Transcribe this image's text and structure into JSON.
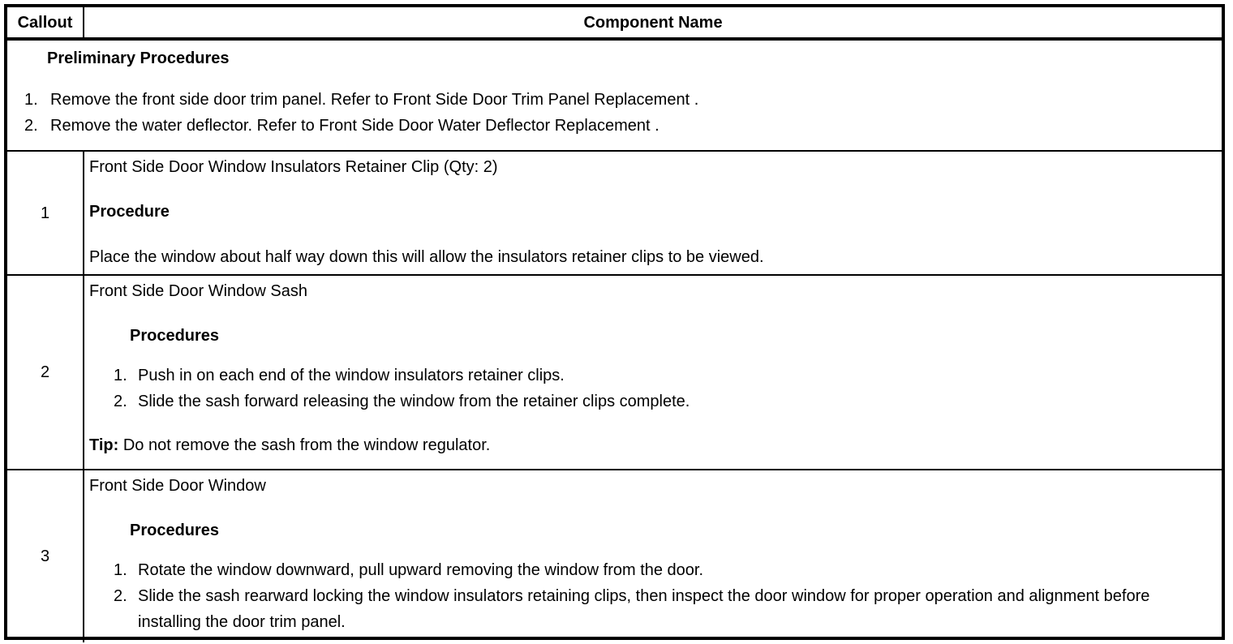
{
  "header": {
    "callout_label": "Callout",
    "component_label": "Component Name"
  },
  "preliminary": {
    "title": "Preliminary Procedures",
    "steps": [
      {
        "num": "1.",
        "text": "Remove the front side door trim panel. Refer to Front Side Door Trim Panel Replacement ."
      },
      {
        "num": "2.",
        "text": "Remove the water deflector. Refer to Front Side Door Water Deflector Replacement ."
      }
    ]
  },
  "rows": [
    {
      "callout": "1",
      "component": "Front Side Door Window Insulators Retainer Clip (Qty: 2)",
      "procedure_label": "Procedure",
      "procedure_text": "Place the window about half way down this will allow the insulators retainer clips to be viewed."
    },
    {
      "callout": "2",
      "component": "Front Side Door Window Sash",
      "procedure_label": "Procedures",
      "steps": [
        {
          "num": "1.",
          "text": "Push in on each end of the window insulators retainer clips."
        },
        {
          "num": "2.",
          "text": "Slide the sash forward releasing the window from the retainer clips complete."
        }
      ],
      "tip_label": "Tip:",
      "tip_text": "Do not remove the sash from the window regulator."
    },
    {
      "callout": "3",
      "component": "Front Side Door Window",
      "procedure_label": "Procedures",
      "steps": [
        {
          "num": "1.",
          "text": "Rotate the window downward, pull upward removing the window from the door."
        },
        {
          "num": "2.",
          "text": "Slide the sash rearward locking the window insulators retaining clips, then inspect the door window for proper operation and alignment before installing the door trim panel."
        }
      ]
    }
  ],
  "colors": {
    "background": "#ffffff",
    "border": "#000000",
    "text": "#000000"
  }
}
